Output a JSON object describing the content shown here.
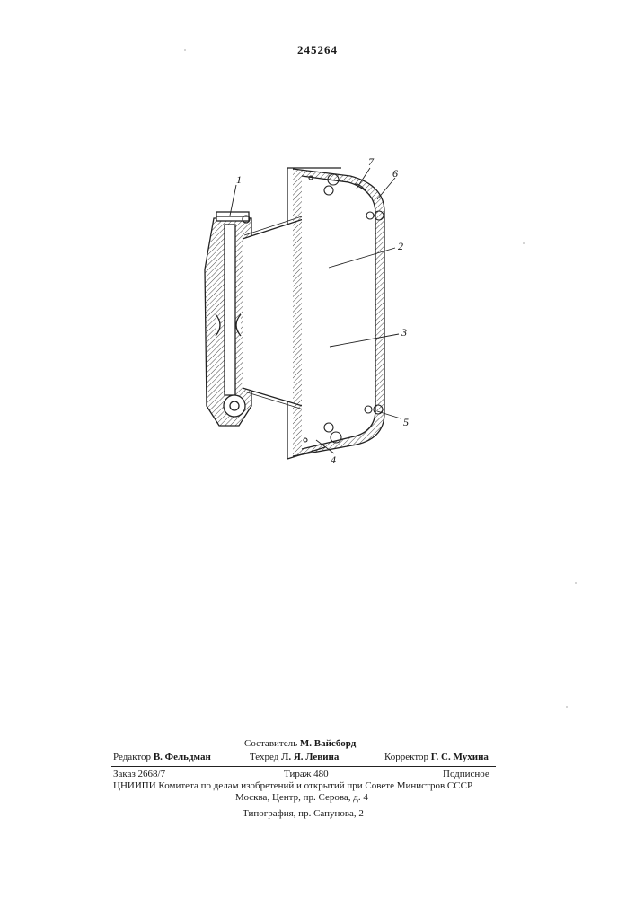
{
  "patent_number": "245264",
  "callouts": [
    "1",
    "2",
    "3",
    "4",
    "5",
    "6",
    "7"
  ],
  "footer": {
    "compiler_label": "Составитель",
    "compiler_name": "М. Вайсборд",
    "editor_label": "Редактор",
    "editor_name": "В. Фельдман",
    "techred_label": "Техред",
    "techred_name": "Л. Я. Левина",
    "corrector_label": "Корректор",
    "corrector_name": "Г. С. Мухина",
    "order": "Заказ  2668/7",
    "circulation": "Тираж  480",
    "subscription": "Подписное",
    "org": "ЦНИИПИ Комитета по делам изобретений и открытий при Совете Министров СССР",
    "address": "Москва, Центр, пр. Серова, д. 4",
    "printer": "Типография, пр. Сапунова, 2"
  }
}
